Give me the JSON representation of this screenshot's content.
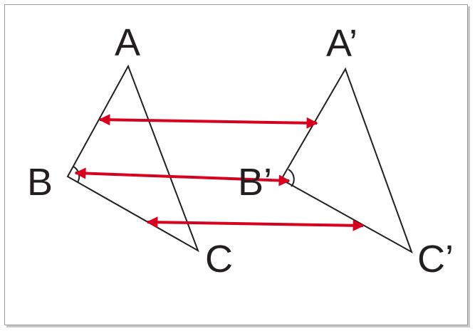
{
  "labels": {
    "A": "A",
    "B": "B",
    "C": "C",
    "A_prime": "A’",
    "B_prime": "B’",
    "C_prime": "C’"
  },
  "colors": {
    "line": "#231f20",
    "arrow": "#d7001f"
  }
}
